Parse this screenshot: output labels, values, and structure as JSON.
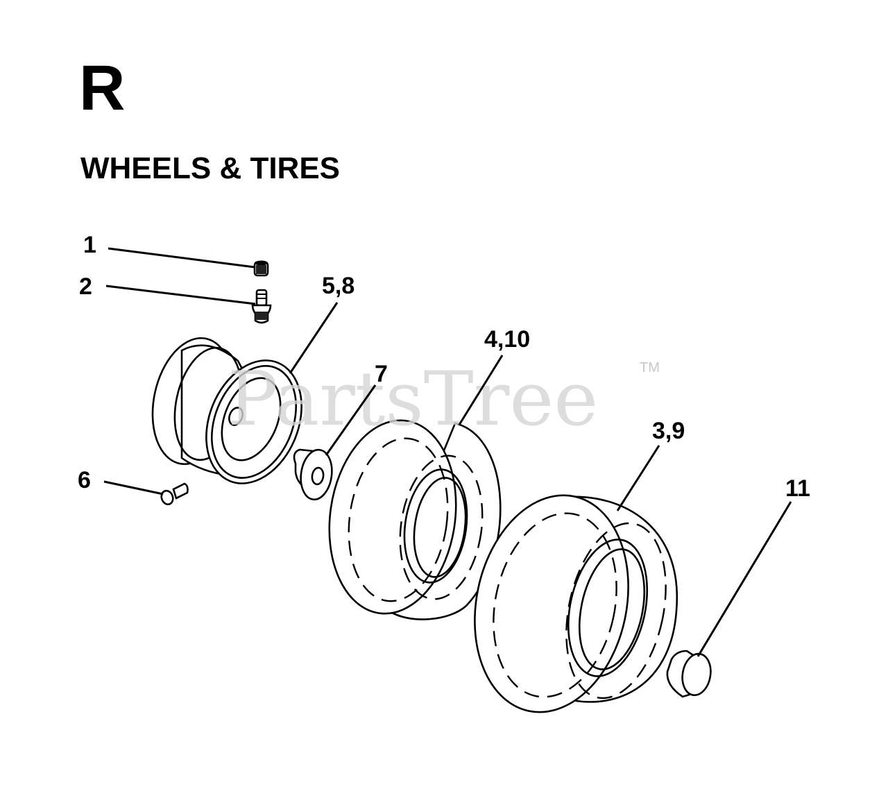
{
  "section": {
    "letter": "R",
    "title": "WHEELS & TIRES"
  },
  "watermark": {
    "text": "PartsTree",
    "tm": "TM"
  },
  "callouts": {
    "c1": "1",
    "c2": "2",
    "c58": "5,8",
    "c7": "7",
    "c410": "4,10",
    "c39": "3,9",
    "c6": "6",
    "c11": "11"
  }
}
